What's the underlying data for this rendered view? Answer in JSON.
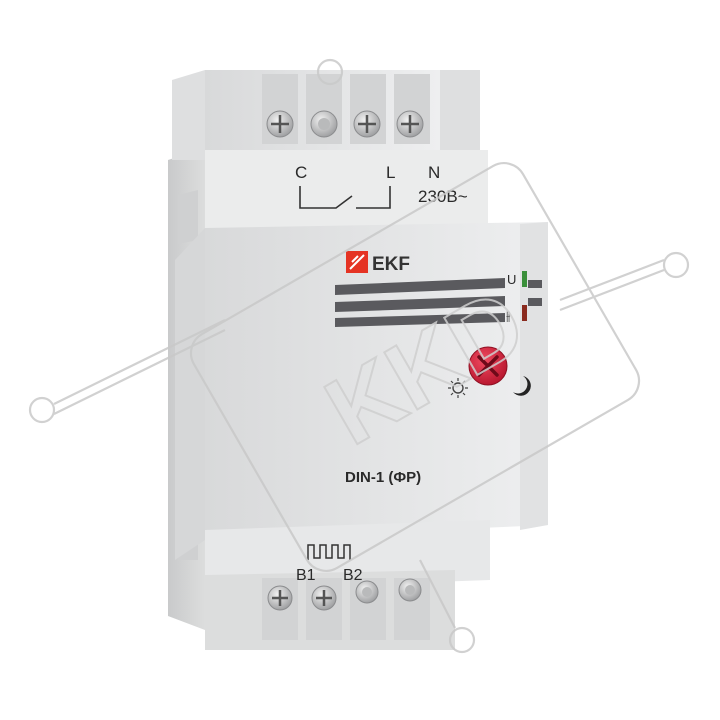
{
  "brand": {
    "name": "EKF",
    "color": "#e53323"
  },
  "terminals_top": {
    "c": "C",
    "l": "L",
    "n": "N",
    "voltage": "230В~"
  },
  "indicators": {
    "u": "U",
    "relay": "⫲"
  },
  "model": "DIN-1 (ФР)",
  "terminals_bottom": {
    "b1": "B1",
    "b2": "B2"
  },
  "watermark": "KKD",
  "icons": {
    "sun": "sun-icon",
    "moon": "moon-icon",
    "knob": "adjust-knob-icon"
  },
  "colors": {
    "body": "#e6e7e8",
    "led_u": "#3a8f3a",
    "led_relay": "#8a2a1e",
    "knob": "#d31f3a",
    "stripe": "#5a5a5e"
  }
}
